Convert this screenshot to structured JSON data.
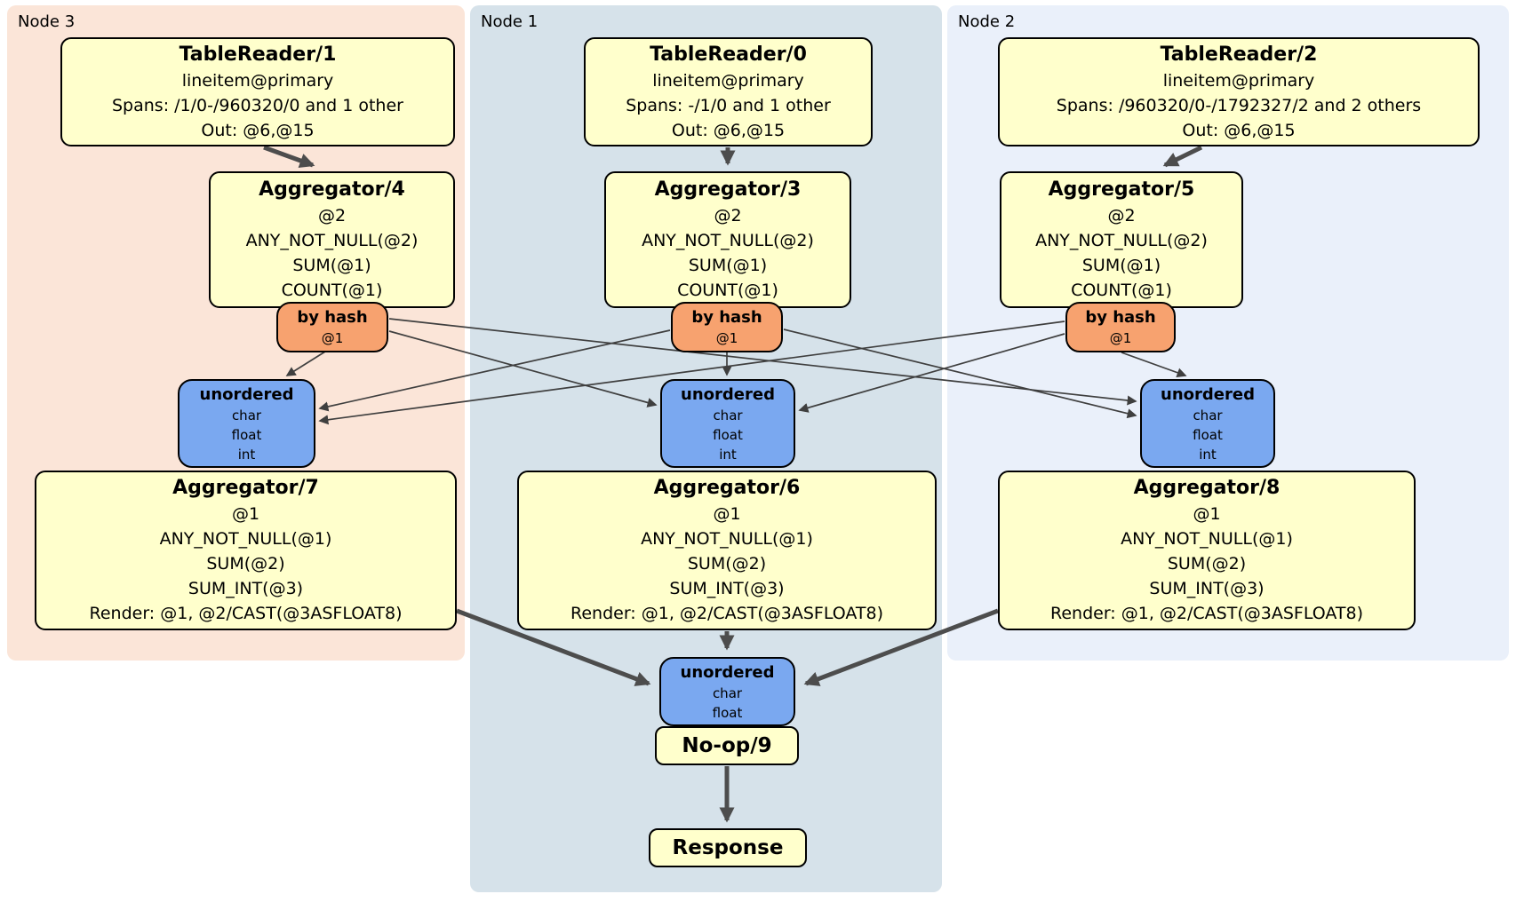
{
  "diagram": {
    "kind": "distributed SQL physical plan",
    "colors": {
      "processor_box": "#FFFFCC",
      "hash_router_box": "#F7A26F",
      "sync_box": "#7AA8F0",
      "node3_panel": "#FBE5D8",
      "node1_panel": "#D6E2EA",
      "node2_panel": "#EAF0FA",
      "edge": "#4D4D4D"
    }
  },
  "panels": {
    "node3": {
      "label": "Node 3",
      "tablereader": {
        "title": "TableReader/1",
        "rows": [
          "lineitem@primary",
          "Spans: /1/0-/960320/0 and 1 other",
          "Out: @6,@15"
        ]
      },
      "agg_top": {
        "title": "Aggregator/4",
        "rows": [
          "@2",
          "ANY_NOT_NULL(@2)",
          "SUM(@1)",
          "COUNT(@1)"
        ]
      },
      "hash_router": {
        "title": "by hash",
        "rows": [
          "@1"
        ]
      },
      "sync": {
        "title": "unordered",
        "rows": [
          "char",
          "float",
          "int"
        ]
      },
      "agg_bottom": {
        "title": "Aggregator/7",
        "rows": [
          "@1",
          "ANY_NOT_NULL(@1)",
          "SUM(@2)",
          "SUM_INT(@3)",
          "Render: @1, @2/CAST(@3ASFLOAT8)"
        ]
      }
    },
    "node1": {
      "label": "Node 1",
      "tablereader": {
        "title": "TableReader/0",
        "rows": [
          "lineitem@primary",
          "Spans: -/1/0 and 1 other",
          "Out: @6,@15"
        ]
      },
      "agg_top": {
        "title": "Aggregator/3",
        "rows": [
          "@2",
          "ANY_NOT_NULL(@2)",
          "SUM(@1)",
          "COUNT(@1)"
        ]
      },
      "hash_router": {
        "title": "by hash",
        "rows": [
          "@1"
        ]
      },
      "sync": {
        "title": "unordered",
        "rows": [
          "char",
          "float",
          "int"
        ]
      },
      "agg_bottom": {
        "title": "Aggregator/6",
        "rows": [
          "@1",
          "ANY_NOT_NULL(@1)",
          "SUM(@2)",
          "SUM_INT(@3)",
          "Render: @1, @2/CAST(@3ASFLOAT8)"
        ]
      },
      "final_sync": {
        "title": "unordered",
        "rows": [
          "char",
          "float"
        ]
      },
      "noop": {
        "title": "No-op/9"
      },
      "response": {
        "title": "Response"
      }
    },
    "node2": {
      "label": "Node 2",
      "tablereader": {
        "title": "TableReader/2",
        "rows": [
          "lineitem@primary",
          "Spans: /960320/0-/1792327/2 and 2 others",
          "Out: @6,@15"
        ]
      },
      "agg_top": {
        "title": "Aggregator/5",
        "rows": [
          "@2",
          "ANY_NOT_NULL(@2)",
          "SUM(@1)",
          "COUNT(@1)"
        ]
      },
      "hash_router": {
        "title": "by hash",
        "rows": [
          "@1"
        ]
      },
      "sync": {
        "title": "unordered",
        "rows": [
          "char",
          "float",
          "int"
        ]
      },
      "agg_bottom": {
        "title": "Aggregator/8",
        "rows": [
          "@1",
          "ANY_NOT_NULL(@1)",
          "SUM(@2)",
          "SUM_INT(@3)",
          "Render: @1, @2/CAST(@3ASFLOAT8)"
        ]
      }
    }
  }
}
